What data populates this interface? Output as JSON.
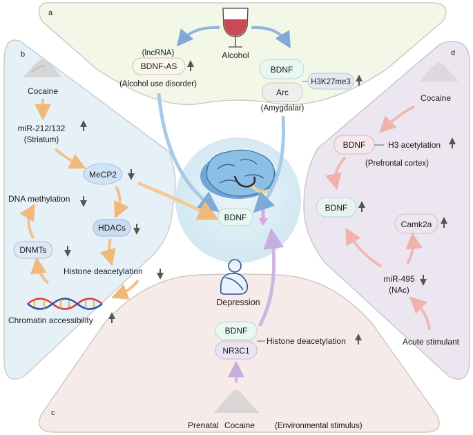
{
  "panels": {
    "a": {
      "letter": "a",
      "alcohol": "Alcohol",
      "lncrna": "(lncRNA)",
      "bdnf_as": "BDNF-AS",
      "alcohol_use_disorder": "(Alcohol use disorder)",
      "bdnf": "BDNF",
      "h3k27me3": "H3K27me3",
      "arc": "Arc",
      "amygdalar": "(Amygdalar)"
    },
    "b": {
      "letter": "b",
      "cocaine": "Cocaine",
      "mir": "miR-212/132",
      "striatum": "(Striatum)",
      "mecp2": "MeCP2",
      "dna_methylation": "DNA methylation",
      "hdacs": "HDACs",
      "dnmts": "DNMTs",
      "histone_deacetylation": "Histone deacetylation",
      "chromatin": "Chromatin accessibility"
    },
    "c": {
      "letter": "c",
      "bdnf": "BDNF",
      "nr3c1": "NR3C1",
      "histone_deacetylation": "Histone deacetylation",
      "prenatal": "Prenatal",
      "cocaine": "Cocaine",
      "environmental": "(Environmental stimulus)"
    },
    "d": {
      "letter": "d",
      "cocaine": "Cocaine",
      "bdnf_top": "BDNF",
      "h3_acetylation": "H3 acetylation",
      "prefrontal": "(Prefrontal cortex)",
      "bdnf": "BDNF",
      "camk2a": "Camk2a",
      "mir495": "miR-495",
      "nac": "(NAc)",
      "acute": "Acute stimulant"
    }
  },
  "center": {
    "bdnf": "BDNF",
    "depression": "Depression"
  },
  "colors": {
    "panel_a": "#f3f7e8",
    "panel_b": "#e6f1f7",
    "panel_c": "#f6ebe8",
    "panel_d": "#ece6f0",
    "arrow_blue": "#8fb6dd",
    "arrow_orange": "#f2c08a",
    "arrow_pink": "#f0b8b3",
    "arrow_purple": "#cdb5e0",
    "wine": "#c94a55"
  }
}
